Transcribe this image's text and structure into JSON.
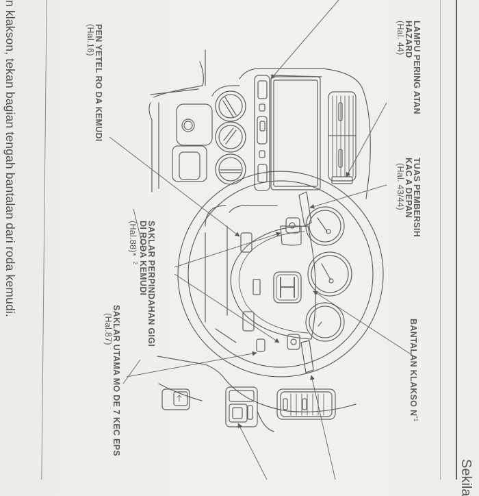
{
  "page": {
    "body_text": "n klakson, tekan bagian tengah bantalan dari roda kemudi.",
    "section_header": "Sekila",
    "paper_color": "#f0f0eb",
    "ink_color": "#5a5a5a"
  },
  "callouts": {
    "hazard": {
      "line1": "LAMPU PERING ATAN",
      "line2": "HAZARD",
      "line3": "(Hal. 44)"
    },
    "wiper": {
      "line1": "TUAS PEMBERSIH",
      "line2": "KAC A DEPAN",
      "line3": "(Hal. 43/44)"
    },
    "horn": {
      "line1": "BANTALAN KLAKSO N",
      "note": "*1"
    },
    "steering_adjust": {
      "line1": "PEN YETEL RO DA KEMUDI",
      "line2": "(Hal.16)"
    },
    "paddle_shift": {
      "line1": "SAKLAR PERPINDAHAN GIGI",
      "line2": "DI RODA KEMUDI",
      "line3": "(Hal.88)*",
      "note": "2"
    },
    "eps_mode": {
      "line1": "SAKLAR UTAMA MO DE 7 KEC EPS",
      "line2": "(Hal.87)"
    }
  },
  "diagram": {
    "subject": "steering-wheel-dashboard-illustration",
    "logo": "honda-h-logo"
  }
}
